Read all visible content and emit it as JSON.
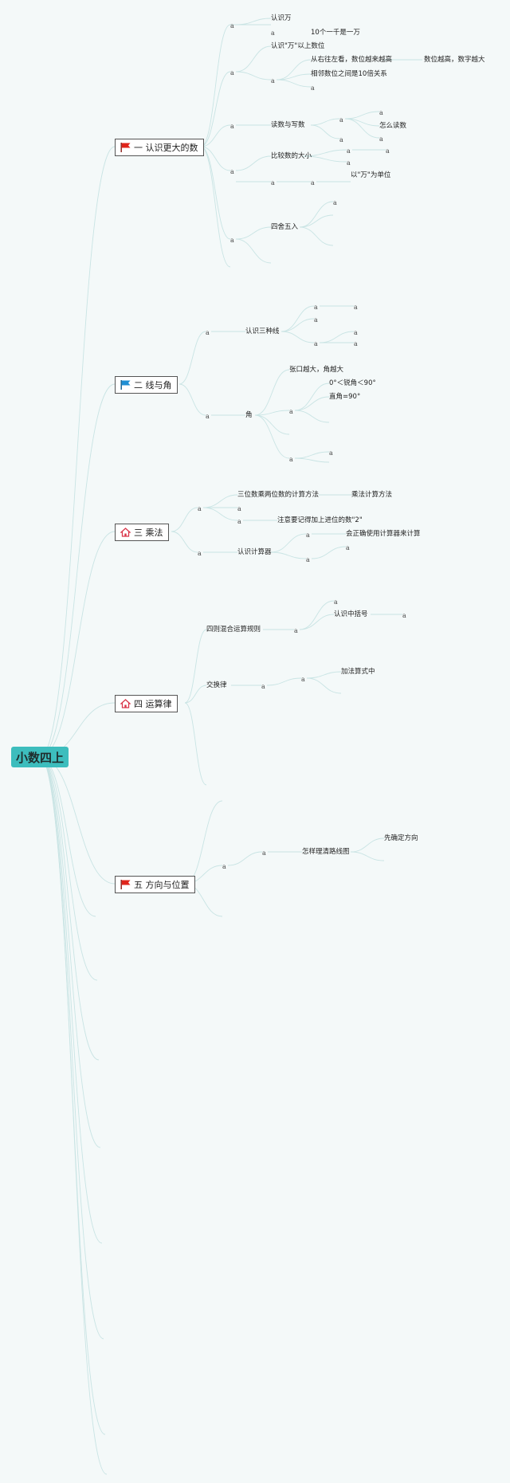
{
  "root": {
    "label": "小数四上"
  },
  "icons": {
    "red_flag": "flag-icon",
    "blue_flag": "flag-icon",
    "home": "home-icon"
  },
  "colors": {
    "root_bg": "#3dbdbd",
    "line": "#c9e4e4",
    "flag_red": "#e0241b",
    "flag_blue": "#1f8fd4",
    "home_red": "#d9364a"
  },
  "marker": "a",
  "topics": [
    {
      "label": "一 认识更大的数",
      "icon": "red-flag"
    },
    {
      "label": "二 线与角",
      "icon": "blue-flag"
    },
    {
      "label": "三 乘法",
      "icon": "home"
    },
    {
      "label": "四 运算律",
      "icon": "home"
    },
    {
      "label": "五 方向与位置",
      "icon": "red-flag"
    }
  ],
  "nodes": {
    "t1": {
      "n1": "认识万",
      "n2": "10个一千是一万",
      "n3": "认识\"万\"以上数位",
      "n4": "从右往左看，数位越来越高",
      "n5": "数位越高，数字越大",
      "n6": "相邻数位之间是10倍关系",
      "n7": "读数与写数",
      "n8": "怎么读数",
      "n9": "比较数的大小",
      "n10": "以\"万\"为单位",
      "n11": "四舍五入"
    },
    "t2": {
      "n1": "认识三种线",
      "n2": "角",
      "n3": "张口越大，角越大",
      "n4": "0°＜锐角＜90°",
      "n5": "直角=90°"
    },
    "t3": {
      "n1": "三位数乘两位数的计算方法",
      "n2": "乘法计算方法",
      "n3": "注意要记得加上进位的数\"2\"",
      "n4": "认识计算器",
      "n5": "会正确使用计算器来计算"
    },
    "t4": {
      "n1": "四则混合运算规则",
      "n2": "认识中括号",
      "n3": "交换律",
      "n4": "加法算式中"
    },
    "t5": {
      "n1": "怎样理清路线图",
      "n2": "先确定方向"
    }
  }
}
